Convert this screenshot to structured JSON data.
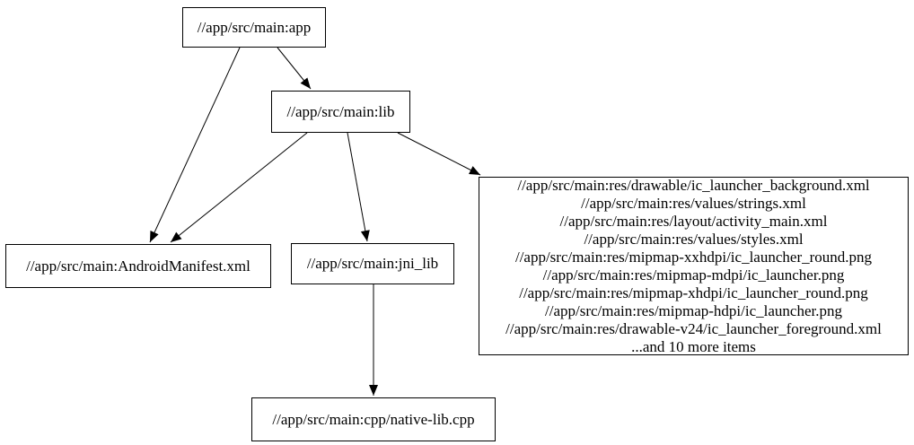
{
  "graph": {
    "type": "dependency-graph",
    "colors": {
      "background": "#ffffff",
      "node_border": "#000000",
      "edge": "#000000",
      "text": "#000000"
    },
    "nodes": [
      {
        "id": "app",
        "label": "//app/src/main:app"
      },
      {
        "id": "lib",
        "label": "//app/src/main:lib"
      },
      {
        "id": "android_manifest",
        "label": "//app/src/main:AndroidManifest.xml"
      },
      {
        "id": "jni_lib",
        "label": "//app/src/main:jni_lib"
      },
      {
        "id": "res_group",
        "lines": [
          "//app/src/main:res/drawable/ic_launcher_background.xml",
          "//app/src/main:res/values/strings.xml",
          "//app/src/main:res/layout/activity_main.xml",
          "//app/src/main:res/values/styles.xml",
          "//app/src/main:res/mipmap-xxhdpi/ic_launcher_round.png",
          "//app/src/main:res/mipmap-mdpi/ic_launcher.png",
          "//app/src/main:res/mipmap-xhdpi/ic_launcher_round.png",
          "//app/src/main:res/mipmap-hdpi/ic_launcher.png",
          "//app/src/main:res/drawable-v24/ic_launcher_foreground.xml",
          "...and 10 more items"
        ]
      },
      {
        "id": "native_lib",
        "label": "//app/src/main:cpp/native-lib.cpp"
      }
    ],
    "edges": [
      {
        "from": "app",
        "to": "android_manifest"
      },
      {
        "from": "app",
        "to": "lib"
      },
      {
        "from": "lib",
        "to": "android_manifest"
      },
      {
        "from": "lib",
        "to": "jni_lib"
      },
      {
        "from": "lib",
        "to": "res_group"
      },
      {
        "from": "jni_lib",
        "to": "native_lib"
      }
    ]
  }
}
